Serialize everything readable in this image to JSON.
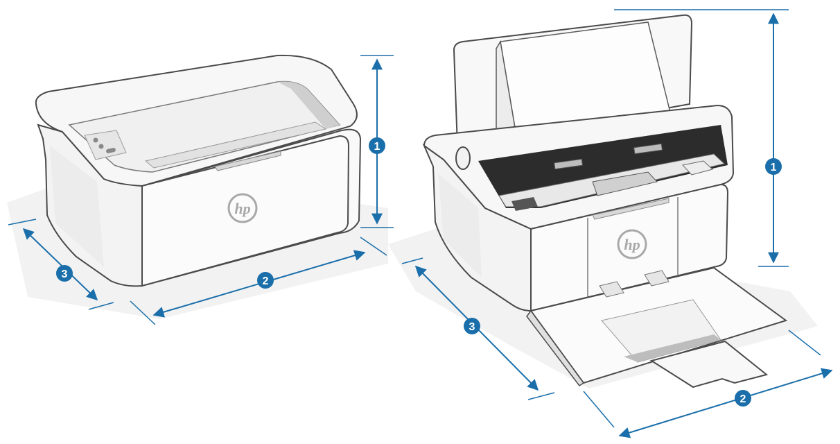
{
  "colors": {
    "accent": "#1a6eaa",
    "outline": "#4a4a4a",
    "body": "#f6f6f6",
    "shadow": "#f0f0f0"
  },
  "printers": [
    {
      "name": "closed-printer",
      "logo": "hp",
      "callouts": [
        {
          "label": "1"
        },
        {
          "label": "2"
        },
        {
          "label": "3"
        }
      ]
    },
    {
      "name": "open-printer",
      "logo": "hp",
      "callouts": [
        {
          "label": "1"
        },
        {
          "label": "2"
        },
        {
          "label": "3"
        }
      ]
    }
  ]
}
